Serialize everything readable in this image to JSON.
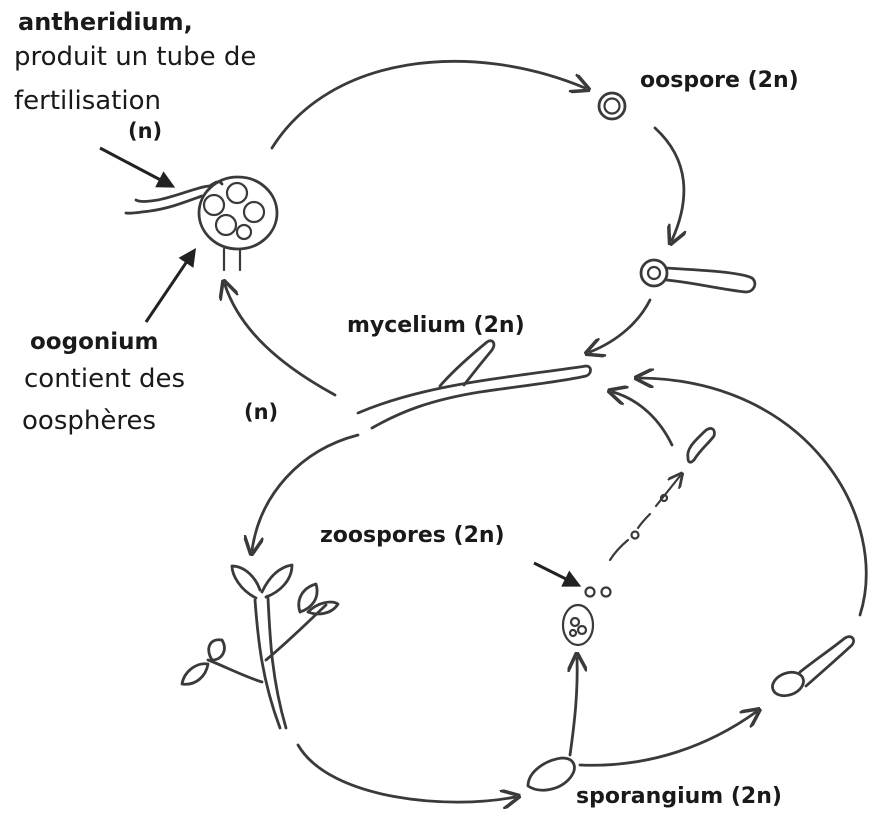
{
  "labels": {
    "antheridium_line1": "antheridium,",
    "antheridium_line2": "produit un tube de",
    "antheridium_line3": "fertilisation",
    "antheridium_ploidy": "(n)",
    "oospore": "oospore (2n)",
    "mycelium": "mycelium (2n)",
    "oogonium_line1": "oogonium",
    "oogonium_line2": "contient des",
    "oogonium_line3": "oosphères",
    "oogonium_ploidy": "(n)",
    "zoospores": "zoospores (2n)",
    "sporangium": "sporangium (2n)"
  },
  "colors": {
    "line": "#3a3a3a",
    "text": "#1a1a1a",
    "background": "#ffffff"
  }
}
